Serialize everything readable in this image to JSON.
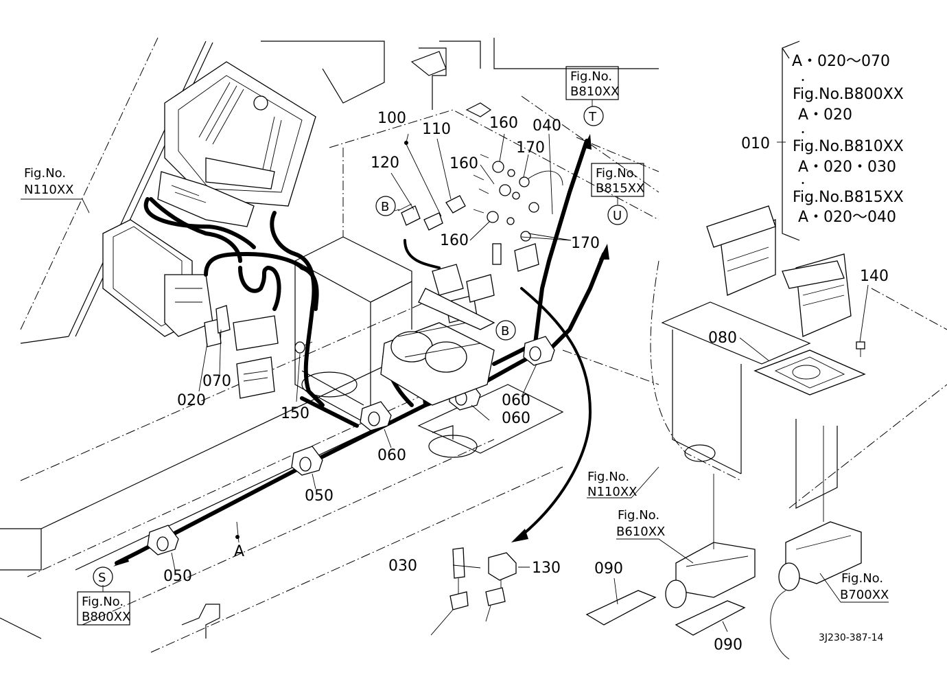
{
  "diagram": {
    "type": "exploded-parts-diagram",
    "drawing_code": "3J230-387-14",
    "part_callouts": [
      {
        "id": "010",
        "label": "010"
      },
      {
        "id": "020",
        "label": "020"
      },
      {
        "id": "030",
        "label": "030"
      },
      {
        "id": "040",
        "label": "040"
      },
      {
        "id": "050a",
        "label": "050"
      },
      {
        "id": "050b",
        "label": "050"
      },
      {
        "id": "060a",
        "label": "060"
      },
      {
        "id": "060b",
        "label": "060"
      },
      {
        "id": "060c",
        "label": "060"
      },
      {
        "id": "070",
        "label": "070"
      },
      {
        "id": "080",
        "label": "080"
      },
      {
        "id": "090a",
        "label": "090"
      },
      {
        "id": "090b",
        "label": "090"
      },
      {
        "id": "100",
        "label": "100"
      },
      {
        "id": "110",
        "label": "110"
      },
      {
        "id": "120",
        "label": "120"
      },
      {
        "id": "130",
        "label": "130"
      },
      {
        "id": "140",
        "label": "140"
      },
      {
        "id": "150",
        "label": "150"
      },
      {
        "id": "160a",
        "label": "160"
      },
      {
        "id": "160b",
        "label": "160"
      },
      {
        "id": "160c",
        "label": "160"
      },
      {
        "id": "170a",
        "label": "170"
      },
      {
        "id": "170b",
        "label": "170"
      },
      {
        "id": "assyA",
        "label": "A"
      }
    ],
    "circle_markers": {
      "S": "S",
      "T": "T",
      "U": "U",
      "B1": "B",
      "B2": "B"
    },
    "fig_refs": {
      "prefix": "Fig.No.",
      "n110_left": "N110XX",
      "n110_right": "N110XX",
      "b810": "B810XX",
      "b815": "B815XX",
      "b800": "B800XX",
      "b610": "B610XX",
      "b700": "B700XX"
    },
    "assembly_note": {
      "callout": "010",
      "lines": [
        "A・020～070",
        "・",
        "Fig.No.B800XX",
        "A・020",
        "・",
        "Fig.No.B810XX",
        "A・020・030",
        "・",
        "Fig.No.B815XX",
        "A・020～040"
      ]
    }
  }
}
